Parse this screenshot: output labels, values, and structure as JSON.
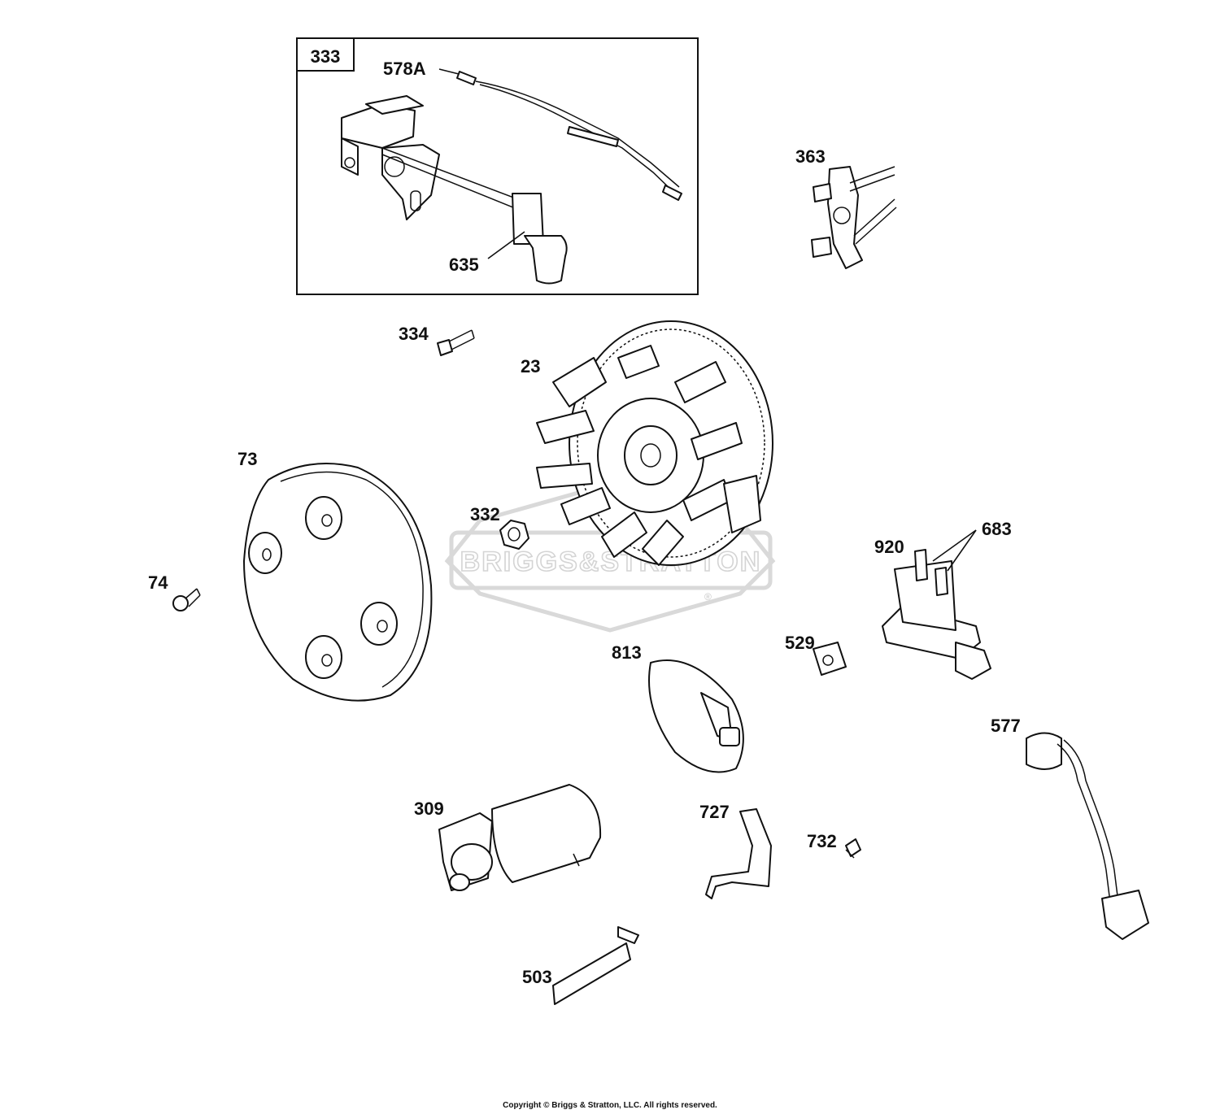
{
  "callouts": {
    "p333": "333",
    "p578a": "578A",
    "p635": "635",
    "p363": "363",
    "p334": "334",
    "p23": "23",
    "p73": "73",
    "p332": "332",
    "p74": "74",
    "p920": "920",
    "p683": "683",
    "p813": "813",
    "p529": "529",
    "p577": "577",
    "p309": "309",
    "p727": "727",
    "p732": "732",
    "p503": "503"
  },
  "watermark": {
    "brand": "BRIGGS&STRATTON",
    "registered": "®"
  },
  "footer": {
    "copyright": "Copyright © Briggs & Stratton, LLC. All rights reserved."
  },
  "colors": {
    "ink": "#111111",
    "background": "#ffffff",
    "watermark": "#d9d9d9"
  }
}
